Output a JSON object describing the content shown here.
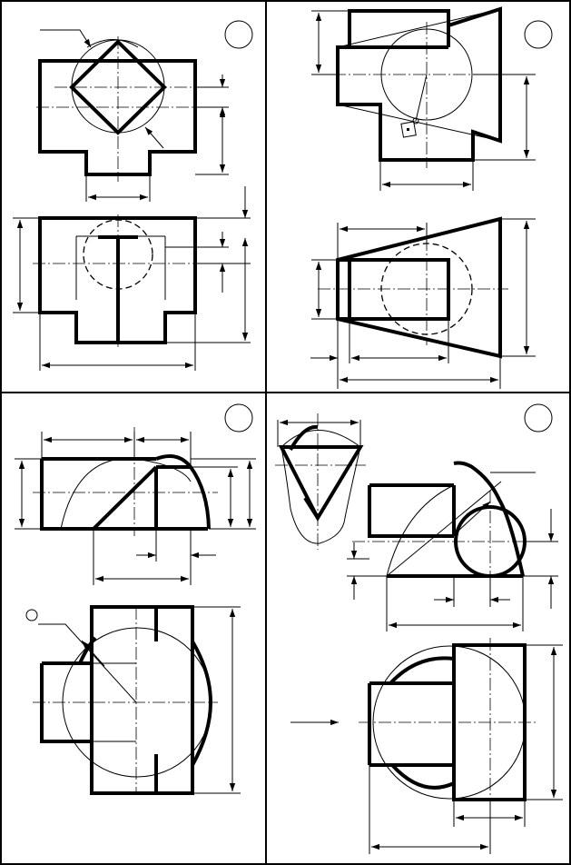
{
  "figure": {
    "panels": [
      {
        "id": "top-left",
        "number_label": ""
      },
      {
        "id": "top-right",
        "number_label": ""
      },
      {
        "id": "bottom-left",
        "number_label": ""
      },
      {
        "id": "bottom-right",
        "number_label": ""
      }
    ],
    "colors": {
      "line": "#000000",
      "background": "#ffffff"
    }
  }
}
